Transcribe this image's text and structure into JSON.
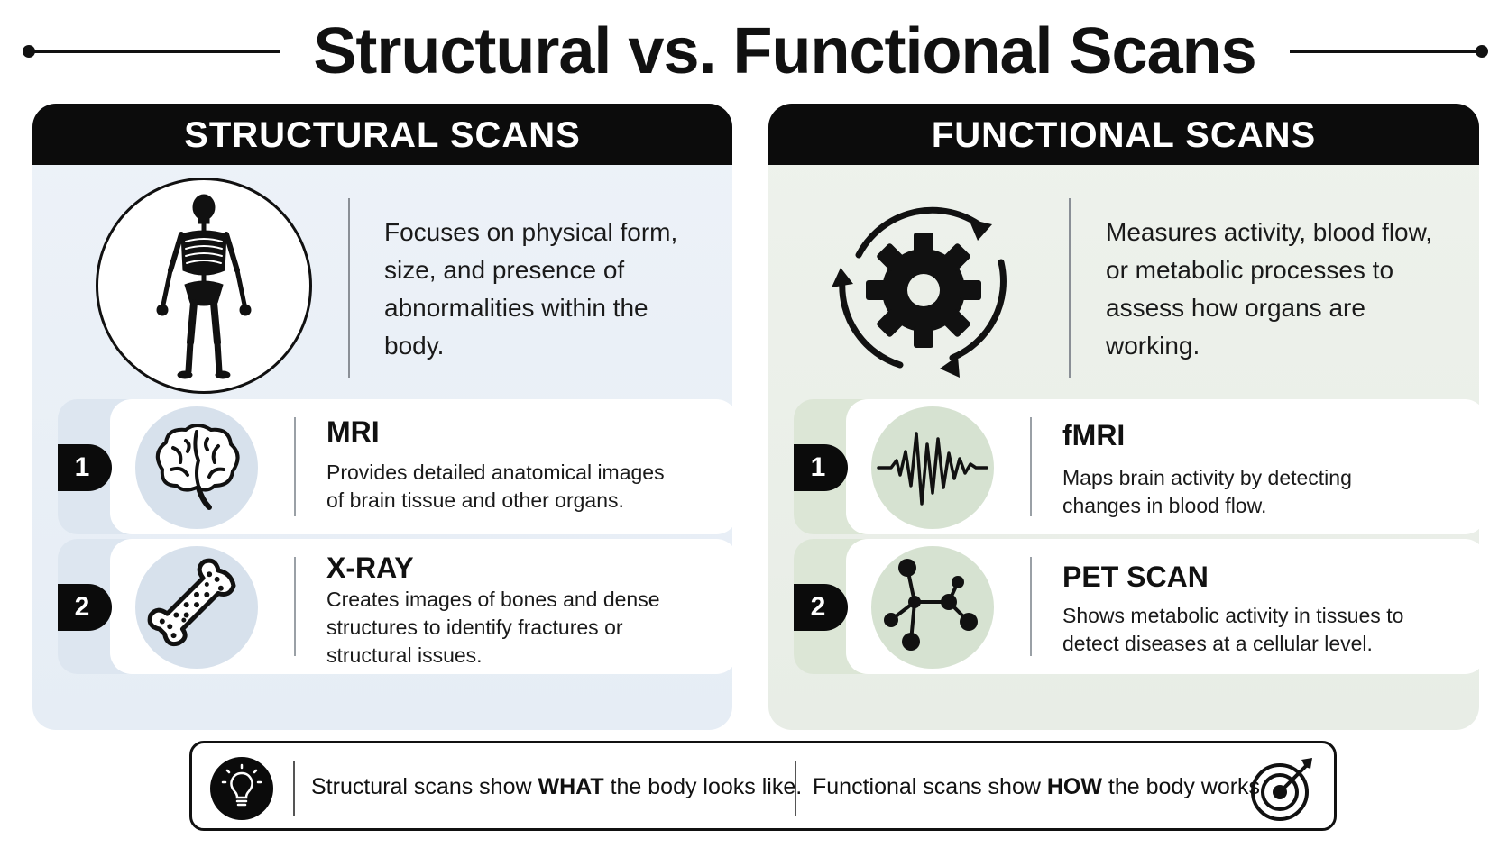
{
  "title": "Structural vs. Functional Scans",
  "structural": {
    "header": "STRUCTURAL SCANS",
    "description": "Focuses on physical form, size, and presence of abnormalities within the body.",
    "items": [
      {
        "number": "1",
        "title": "MRI",
        "description": "Provides detailed anatomical images of brain tissue and other organs.",
        "icon": "brain-icon"
      },
      {
        "number": "2",
        "title": "X-RAY",
        "description": "Creates images of bones and dense structures to identify fractures or structural issues.",
        "icon": "bone-icon"
      }
    ]
  },
  "functional": {
    "header": "FUNCTIONAL SCANS",
    "description": "Measures activity, blood flow, or metabolic processes to assess how organs are working.",
    "items": [
      {
        "number": "1",
        "title": "fMRI",
        "description": "Maps brain activity by detecting changes in blood flow.",
        "icon": "waveform-icon"
      },
      {
        "number": "2",
        "title": "PET SCAN",
        "description": "Shows metabolic activity in tissues to detect diseases at a cellular level.",
        "icon": "molecule-icon"
      }
    ]
  },
  "banner": {
    "left_prefix": "Structural scans show ",
    "left_bold": "WHAT",
    "left_suffix": " the body looks like.",
    "right_prefix": "Functional scans show ",
    "right_bold": "HOW",
    "right_suffix": " the body works."
  },
  "colors": {
    "header_bg": "#0c0c0c",
    "structural_panel": "#e9eff6",
    "functional_panel": "#ebefe8",
    "structural_icon_bg": "#d7e1ec",
    "functional_icon_bg": "#d6e2d1"
  }
}
